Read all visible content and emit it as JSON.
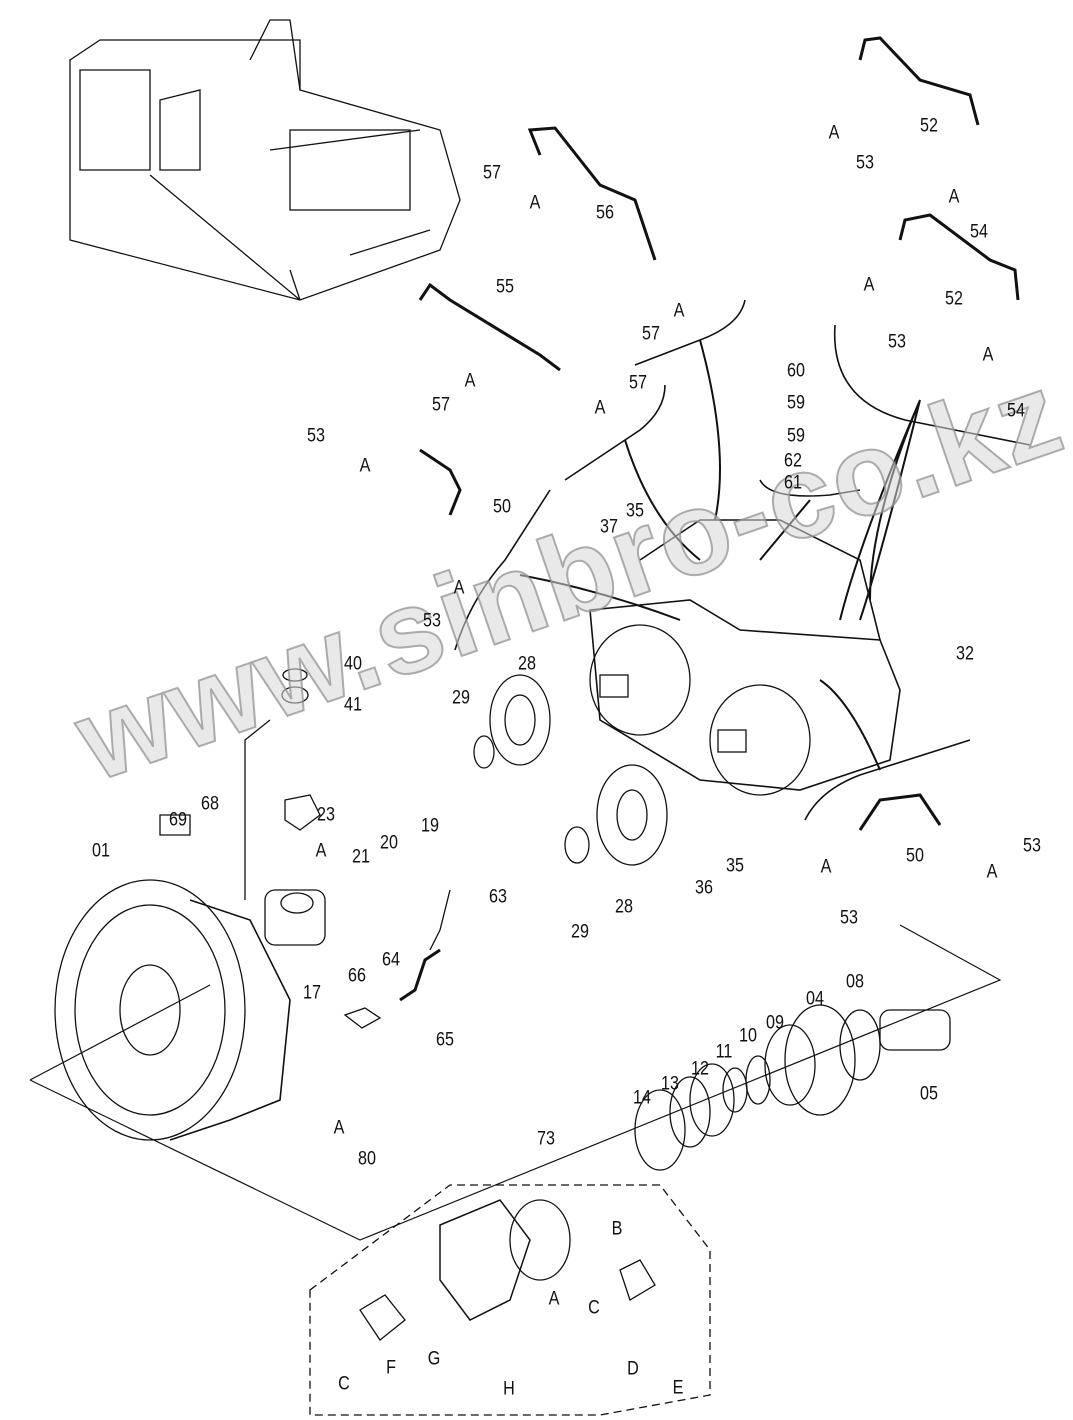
{
  "watermark": "www.sinbro-co.kz",
  "labels": [
    "57",
    "A",
    "56",
    "57",
    "A",
    "55",
    "57",
    "A",
    "57",
    "A",
    "52",
    "53",
    "A",
    "A",
    "54",
    "52",
    "53",
    "A",
    "A",
    "54",
    "60",
    "59",
    "59",
    "62",
    "61",
    "53",
    "A",
    "50",
    "A",
    "53",
    "37",
    "35",
    "32",
    "40",
    "41",
    "28",
    "29",
    "23",
    "A",
    "19",
    "20",
    "21",
    "63",
    "69",
    "68",
    "01",
    "17",
    "66",
    "64",
    "65",
    "29",
    "28",
    "36",
    "35",
    "50",
    "53",
    "A",
    "A",
    "53",
    "08",
    "04",
    "09",
    "10",
    "11",
    "12",
    "13",
    "14",
    "05",
    "A",
    "80",
    "73",
    "B",
    "A",
    "C",
    "D",
    "E",
    "G",
    "H",
    "F",
    "C"
  ]
}
